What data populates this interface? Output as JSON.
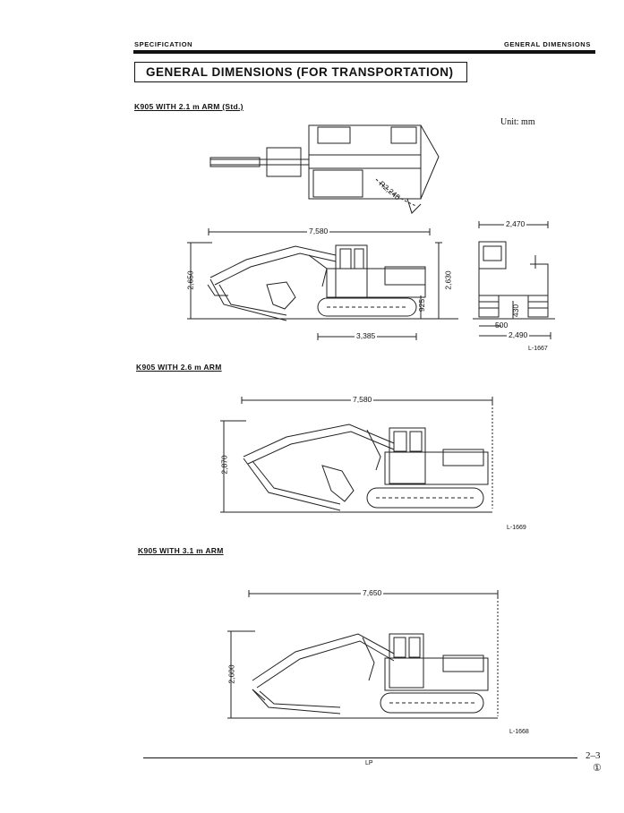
{
  "header": {
    "left": "SPECIFICATION",
    "right": "GENERAL DIMENSIONS"
  },
  "title": "GENERAL DIMENSIONS (FOR TRANSPORTATION)",
  "unit": "Unit: mm",
  "sections": [
    {
      "heading": "K905 WITH 2.1 m ARM (Std.)",
      "drawing_id": "L-1667",
      "dims": {
        "overall_length": "7,580",
        "height": "2,650",
        "cab_height": "2,630",
        "clearance": "925",
        "rear_length": "3,385",
        "swing_radius": "R2,240",
        "cab_width": "2,470",
        "shoe_width": "500",
        "ground_clearance": "430",
        "track_width": "2,490"
      }
    },
    {
      "heading": "K905 WITH 2.6 m ARM",
      "drawing_id": "L-1669",
      "dims": {
        "overall_length": "7,580",
        "height": "2,870"
      }
    },
    {
      "heading": "K905 WITH 3.1 m ARM",
      "drawing_id": "L-1668",
      "dims": {
        "overall_length": "7,650",
        "height": "2,600"
      }
    }
  ],
  "footer": {
    "center": "LP",
    "page": "2–3",
    "revision": "①"
  }
}
